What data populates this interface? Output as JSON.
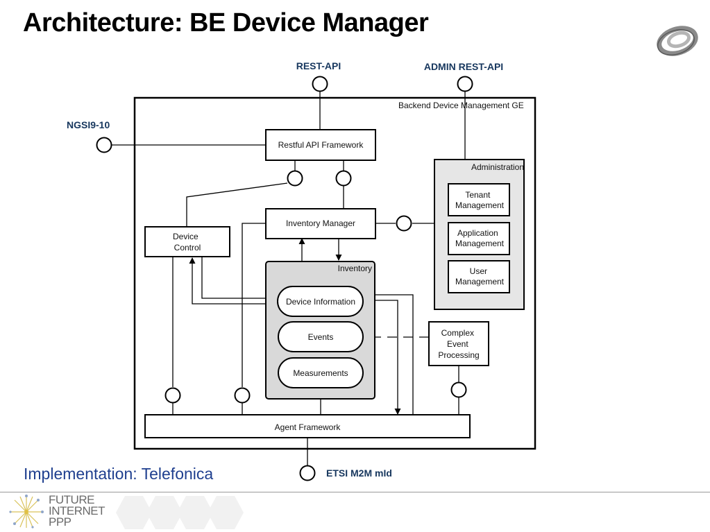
{
  "title": "Architecture: BE Device Manager",
  "implementation": "Implementation: Telefonica",
  "interfaces": {
    "rest_api": "REST-API",
    "admin_rest_api": "ADMIN REST-API",
    "ngsi": "NGSI9-10",
    "etsi": "ETSI M2M mId"
  },
  "diagram": {
    "ge_label": "Backend Device Management GE",
    "restful_api_framework": "Restful API Framework",
    "inventory_manager": "Inventory Manager",
    "device_control": [
      "Device",
      "Control"
    ],
    "inventory_label": "Inventory",
    "device_information": "Device Information",
    "events": "Events",
    "measurements": "Measurements",
    "administration_label": "Administration",
    "tenant_management": [
      "Tenant",
      "Management"
    ],
    "application_management": [
      "Application",
      "Management"
    ],
    "user_management": [
      "User",
      "Management"
    ],
    "complex_event_processing": [
      "Complex",
      "Event",
      "Processing"
    ],
    "agent_framework": "Agent Framework"
  },
  "footer": {
    "logo_text": [
      "FUTURE",
      "INTERNET",
      "PPP"
    ]
  },
  "colors": {
    "title": "#000000",
    "interface_label": "#17375e",
    "implementation_text": "#1f3f8f",
    "inventory_fill": "#d9d9d9",
    "administration_fill": "#e6e6e6"
  }
}
